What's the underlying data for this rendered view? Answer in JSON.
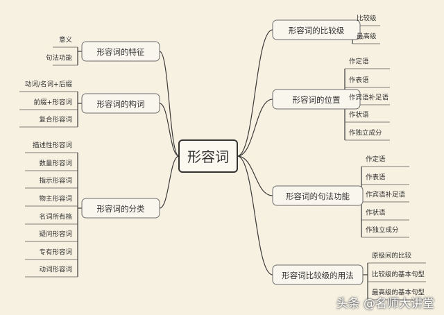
{
  "center": "形容词",
  "left": [
    {
      "title": "形容词的特征",
      "items": [
        "意义",
        "句法功能"
      ]
    },
    {
      "title": "形容词的构词",
      "items": [
        "动词/名词+后缀",
        "前缀+形容词",
        "复合形容词"
      ]
    },
    {
      "title": "形容词的分类",
      "items": [
        "描述性形容词",
        "数量形容词",
        "指示形容词",
        "物主形容词",
        "名词所有格",
        "疑问形容词",
        "专有形容词",
        "动词形容词"
      ]
    }
  ],
  "right": [
    {
      "title": "形容词的比较级",
      "items": [
        "比较级",
        "最高级"
      ]
    },
    {
      "title": "形容词的位置",
      "items": [
        "作定语",
        "作表语",
        "作宾语补足语",
        "作状语",
        "作独立成分"
      ]
    },
    {
      "title": "形容词的句法功能",
      "items": [
        "作定语",
        "作表语",
        "作宾语补足语",
        "作状语",
        "作独立成分"
      ]
    },
    {
      "title": "形容词比较级的用法",
      "items": [
        "原级间的比较",
        "比较级的基本句型",
        "最高级的基本句型"
      ]
    }
  ],
  "watermark": "头条 @名师大讲堂"
}
